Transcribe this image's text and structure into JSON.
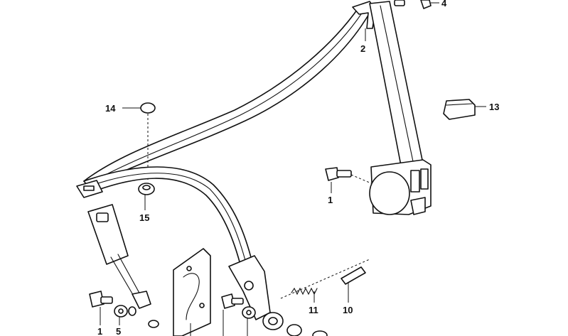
{
  "diagram": {
    "callouts": [
      {
        "id": "c2",
        "label": "2"
      },
      {
        "id": "c4",
        "label": "4"
      },
      {
        "id": "c13",
        "label": "13"
      },
      {
        "id": "c14",
        "label": "14"
      },
      {
        "id": "c15",
        "label": "15"
      },
      {
        "id": "c1a",
        "label": "1"
      },
      {
        "id": "c11",
        "label": "11"
      },
      {
        "id": "c10",
        "label": "10"
      },
      {
        "id": "c1b",
        "label": "1"
      },
      {
        "id": "c5",
        "label": "5"
      }
    ]
  },
  "colors": {
    "ink": "#111111",
    "paper": "#ffffff"
  }
}
